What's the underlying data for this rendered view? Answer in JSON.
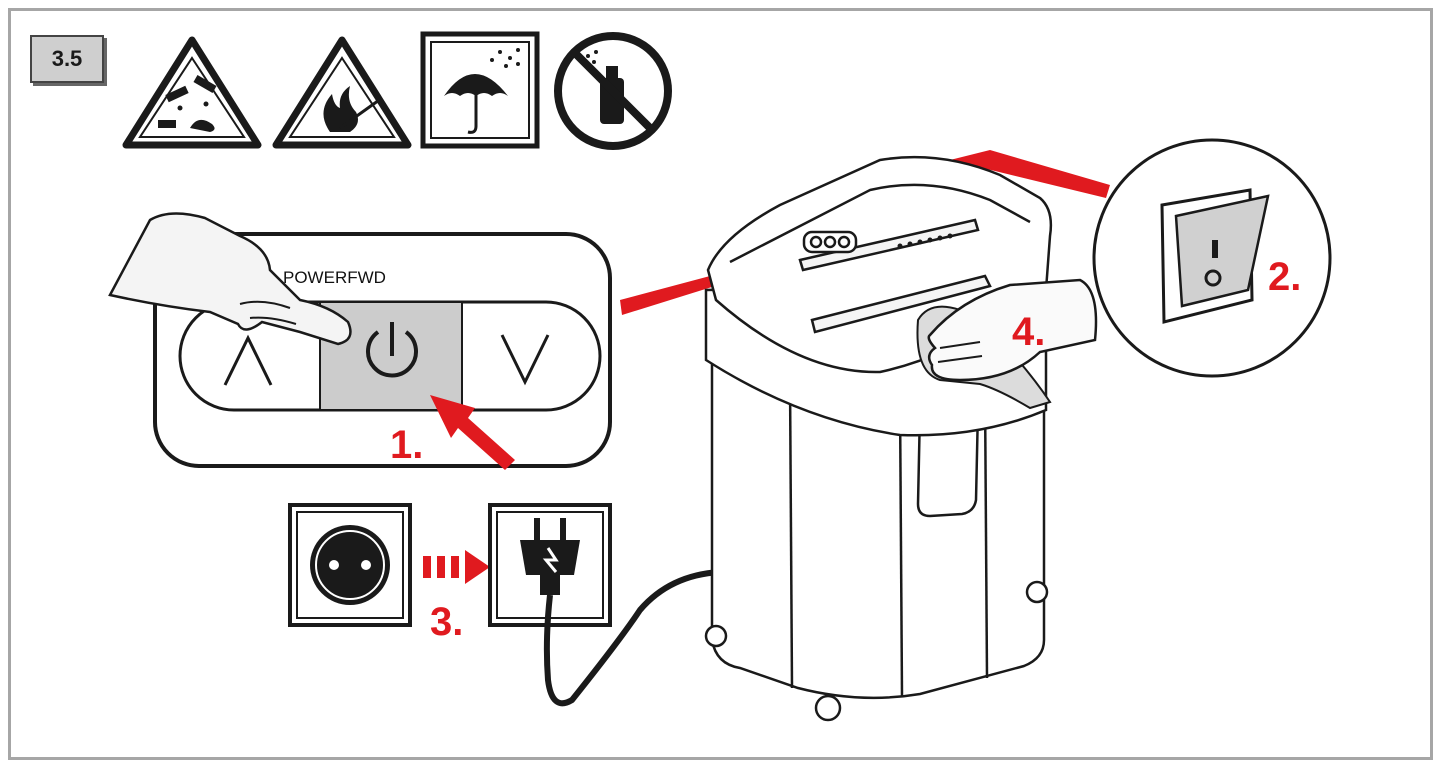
{
  "step_badge": "3.5",
  "control_panel": {
    "label": "POWERFWD"
  },
  "steps": [
    "1.",
    "2.",
    "3.",
    "4."
  ],
  "warning_icons": [
    "corrosive-liquid-warning-icon",
    "flammable-warning-icon",
    "keep-dry-umbrella-icon",
    "no-aerosol-spray-icon"
  ],
  "colors": {
    "accent_red": "#e01a1f",
    "line": "#1a1a1a",
    "panel_grey": "#cccccc",
    "frame_grey": "#a6a6a6"
  }
}
